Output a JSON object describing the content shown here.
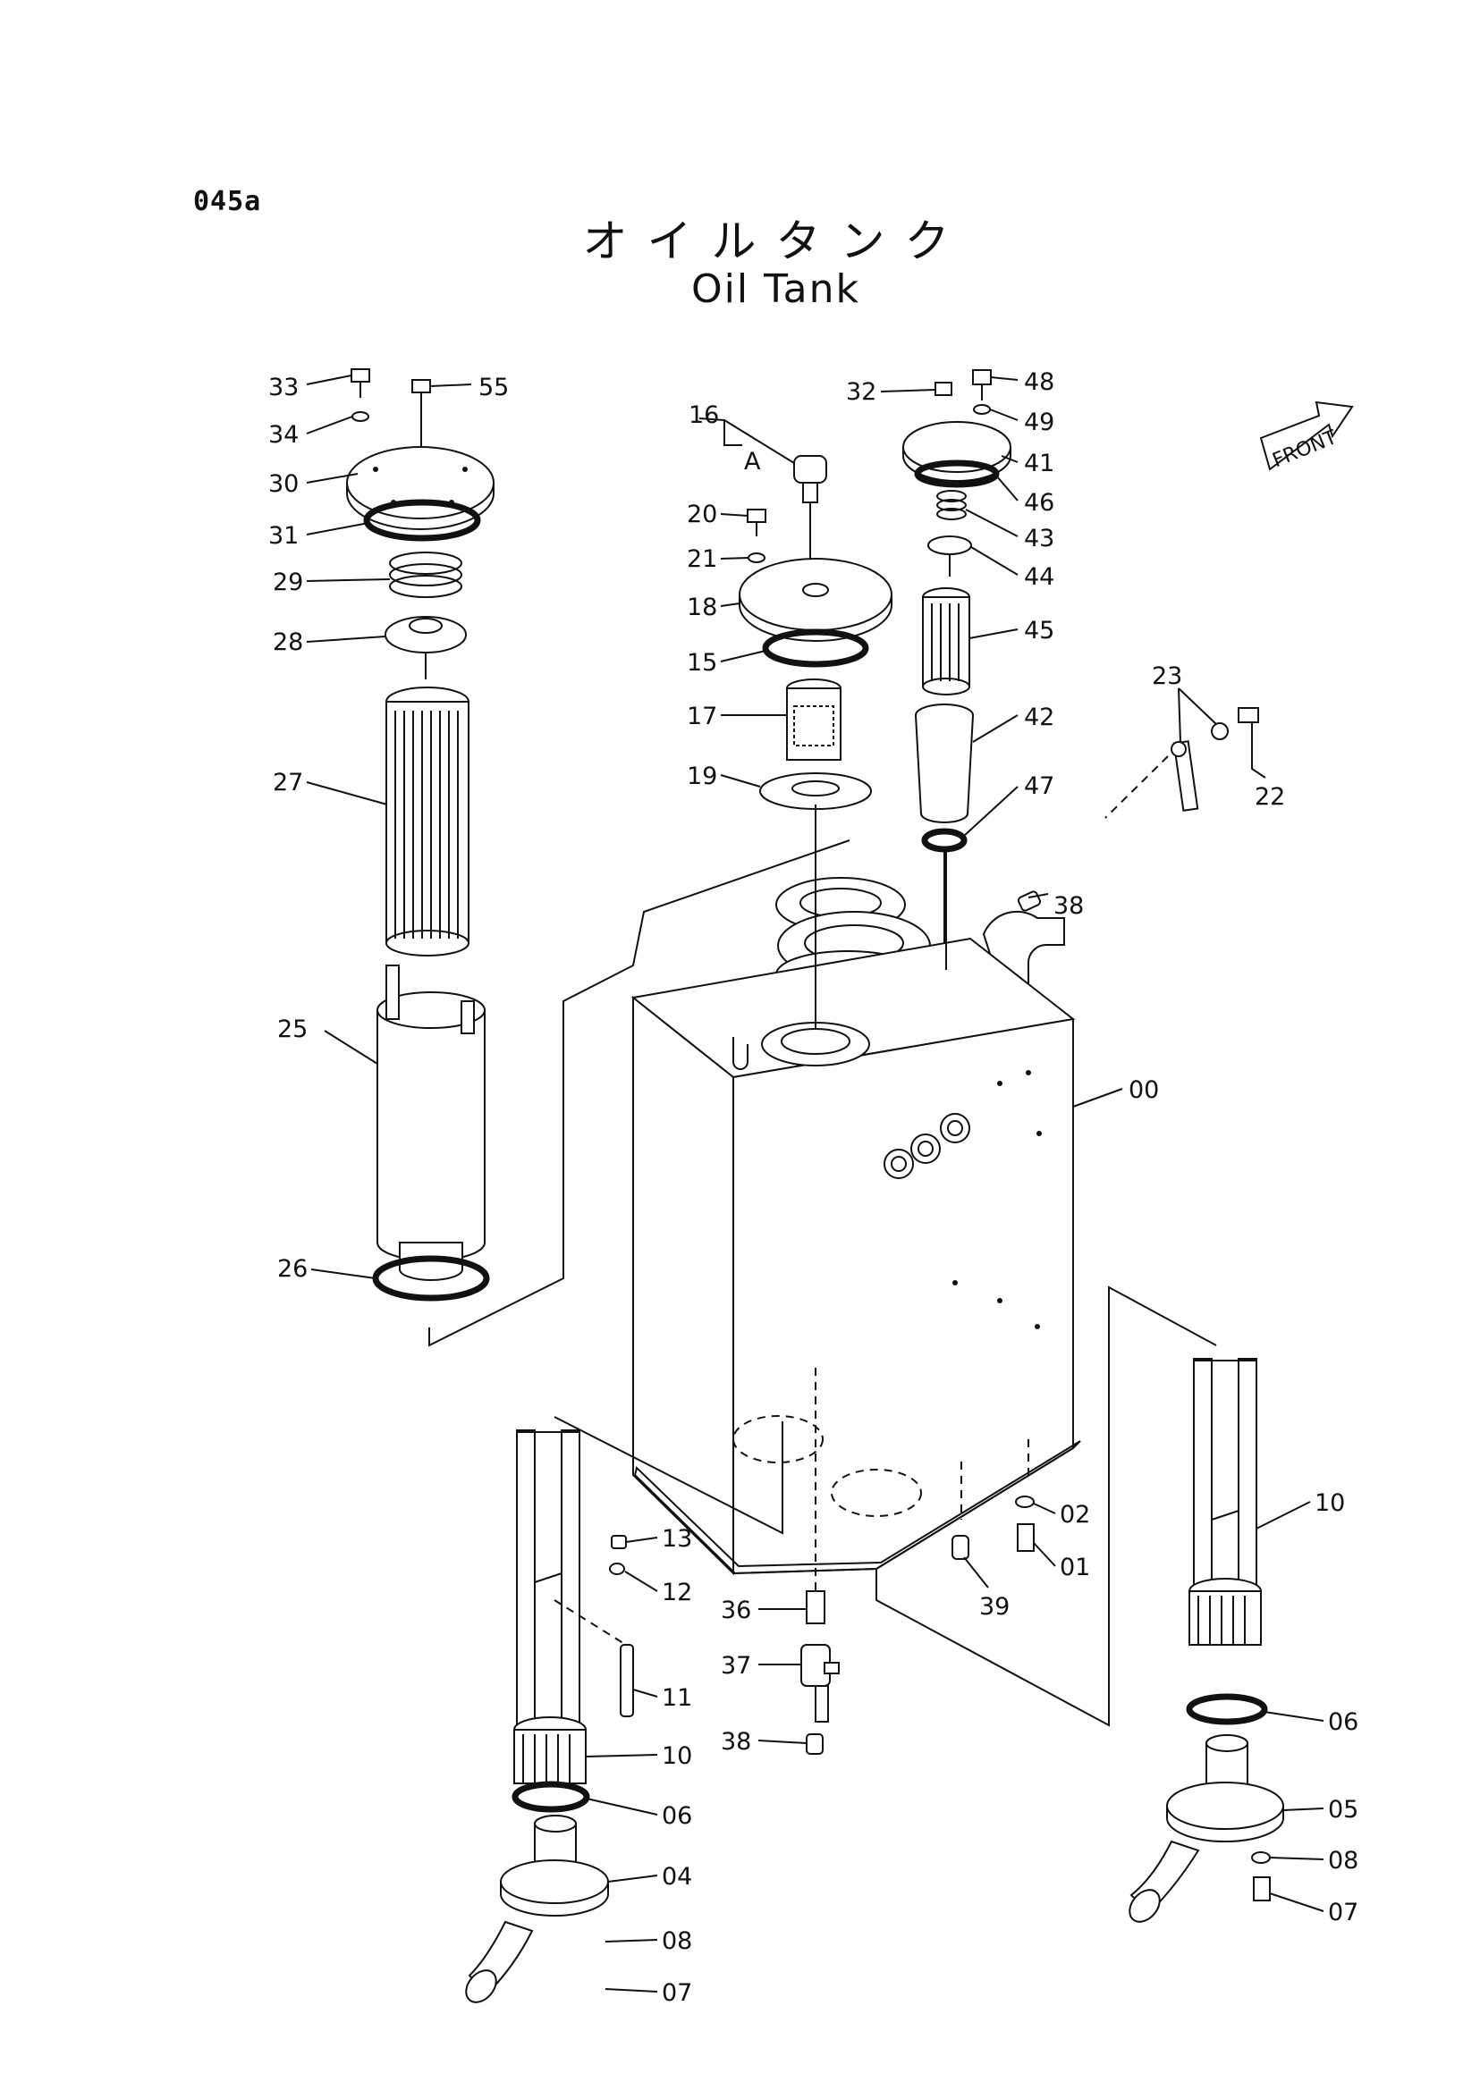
{
  "page_code": "045a",
  "title_jp": "オイルタンク",
  "title_en": "Oil Tank",
  "front_label": "FRONT",
  "group_label": "A",
  "callouts": [
    "33",
    "55",
    "34",
    "30",
    "31",
    "29",
    "28",
    "27",
    "25",
    "26",
    "16",
    "20",
    "21",
    "18",
    "15",
    "17",
    "19",
    "32",
    "48",
    "49",
    "41",
    "46",
    "43",
    "44",
    "45",
    "42",
    "47",
    "23",
    "22",
    "38",
    "00",
    "13",
    "12",
    "11",
    "10",
    "06",
    "04",
    "08",
    "07",
    "36",
    "37",
    "38",
    "39",
    "02",
    "01",
    "10",
    "06",
    "05",
    "08",
    "07"
  ]
}
